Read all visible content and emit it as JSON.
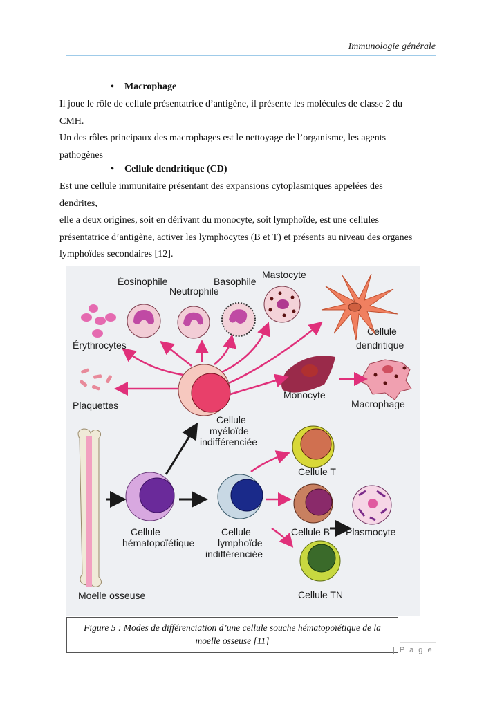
{
  "header": {
    "title": "Immunologie générale"
  },
  "sections": [
    {
      "heading": "Macrophage",
      "paragraphs": [
        " Il joue le rôle de cellule présentatrice d’antigène, il présente les molécules de classe 2 du",
        "CMH.",
        "Un des rôles principaux des macrophages est le nettoyage de l’organisme, les agents",
        "pathogènes"
      ]
    },
    {
      "heading": "Cellule dendritique (CD)",
      "paragraphs": [
        "Est une cellule immunitaire présentant des expansions cytoplasmiques appelées des",
        "dendrites,",
        "elle a deux origines, soit en dérivant du monocyte, soit lymphoïde, est une cellules",
        "présentatrice d’antigène, activer les lymphocytes (B et T) et présents au niveau des organes",
        "lymphoïdes secondaires [12]."
      ]
    }
  ],
  "figure": {
    "labels": {
      "eosinophile": "Éosinophile",
      "neutrophile": "Neutrophile",
      "basophile": "Basophile",
      "mastocyte": "Mastocyte",
      "erythrocytes": "Érythrocytes",
      "cellule_dendritique_1": "Cellule",
      "cellule_dendritique_2": "dendritique",
      "plaquettes": "Plaquettes",
      "monocyte": "Monocyte",
      "macrophage": "Macrophage",
      "myeloide_1": "Cellule",
      "myeloide_2": "myéloïde",
      "myeloide_3": "indifférenciée",
      "cellule_t": "Cellule T",
      "hemato_1": "Cellule",
      "hemato_2": "hématopoïétique",
      "lympho_1": "Cellule",
      "lympho_2": "lymphoïde",
      "lympho_3": "indifférenciée",
      "cellule_b": "Cellule B",
      "plasmocyte": "Plasmocyte",
      "moelle": "Moelle osseuse",
      "cellule_tn": "Cellule TN"
    },
    "colors": {
      "arrow_pink": "#e0307a",
      "arrow_black": "#1a1a1a",
      "background": "#eef0f3"
    }
  },
  "caption": {
    "line1": "Figure 5 :  Modes de différenciation d’une cellule souche hématopoïétique de la",
    "line2": "moelle osseuse [11]"
  },
  "footer": {
    "page_label": "| P a g e"
  }
}
